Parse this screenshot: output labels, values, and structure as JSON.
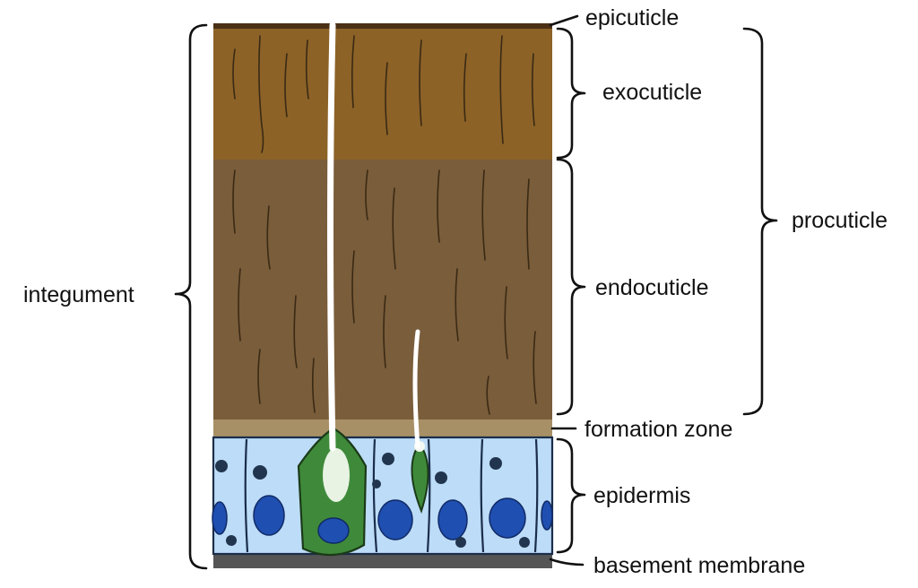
{
  "labels": {
    "epicuticle": "epicuticle",
    "exocuticle": "exocuticle",
    "procuticle": "procuticle",
    "endocuticle": "endocuticle",
    "integument": "integument",
    "formation_zone": "formation zone",
    "epidermis": "epidermis",
    "basement_membrane": "basement membrane"
  },
  "colors": {
    "epicuticle": "#4a3015",
    "exocuticle": "#8c6227",
    "endocuticle": "#7a5d3b",
    "formation_zone": "#a89066",
    "epidermis": "#bcdcf7",
    "nucleus": "#1f4fb0",
    "gland_cell": "#3f8a3a",
    "basement_membrane": "#555555"
  }
}
